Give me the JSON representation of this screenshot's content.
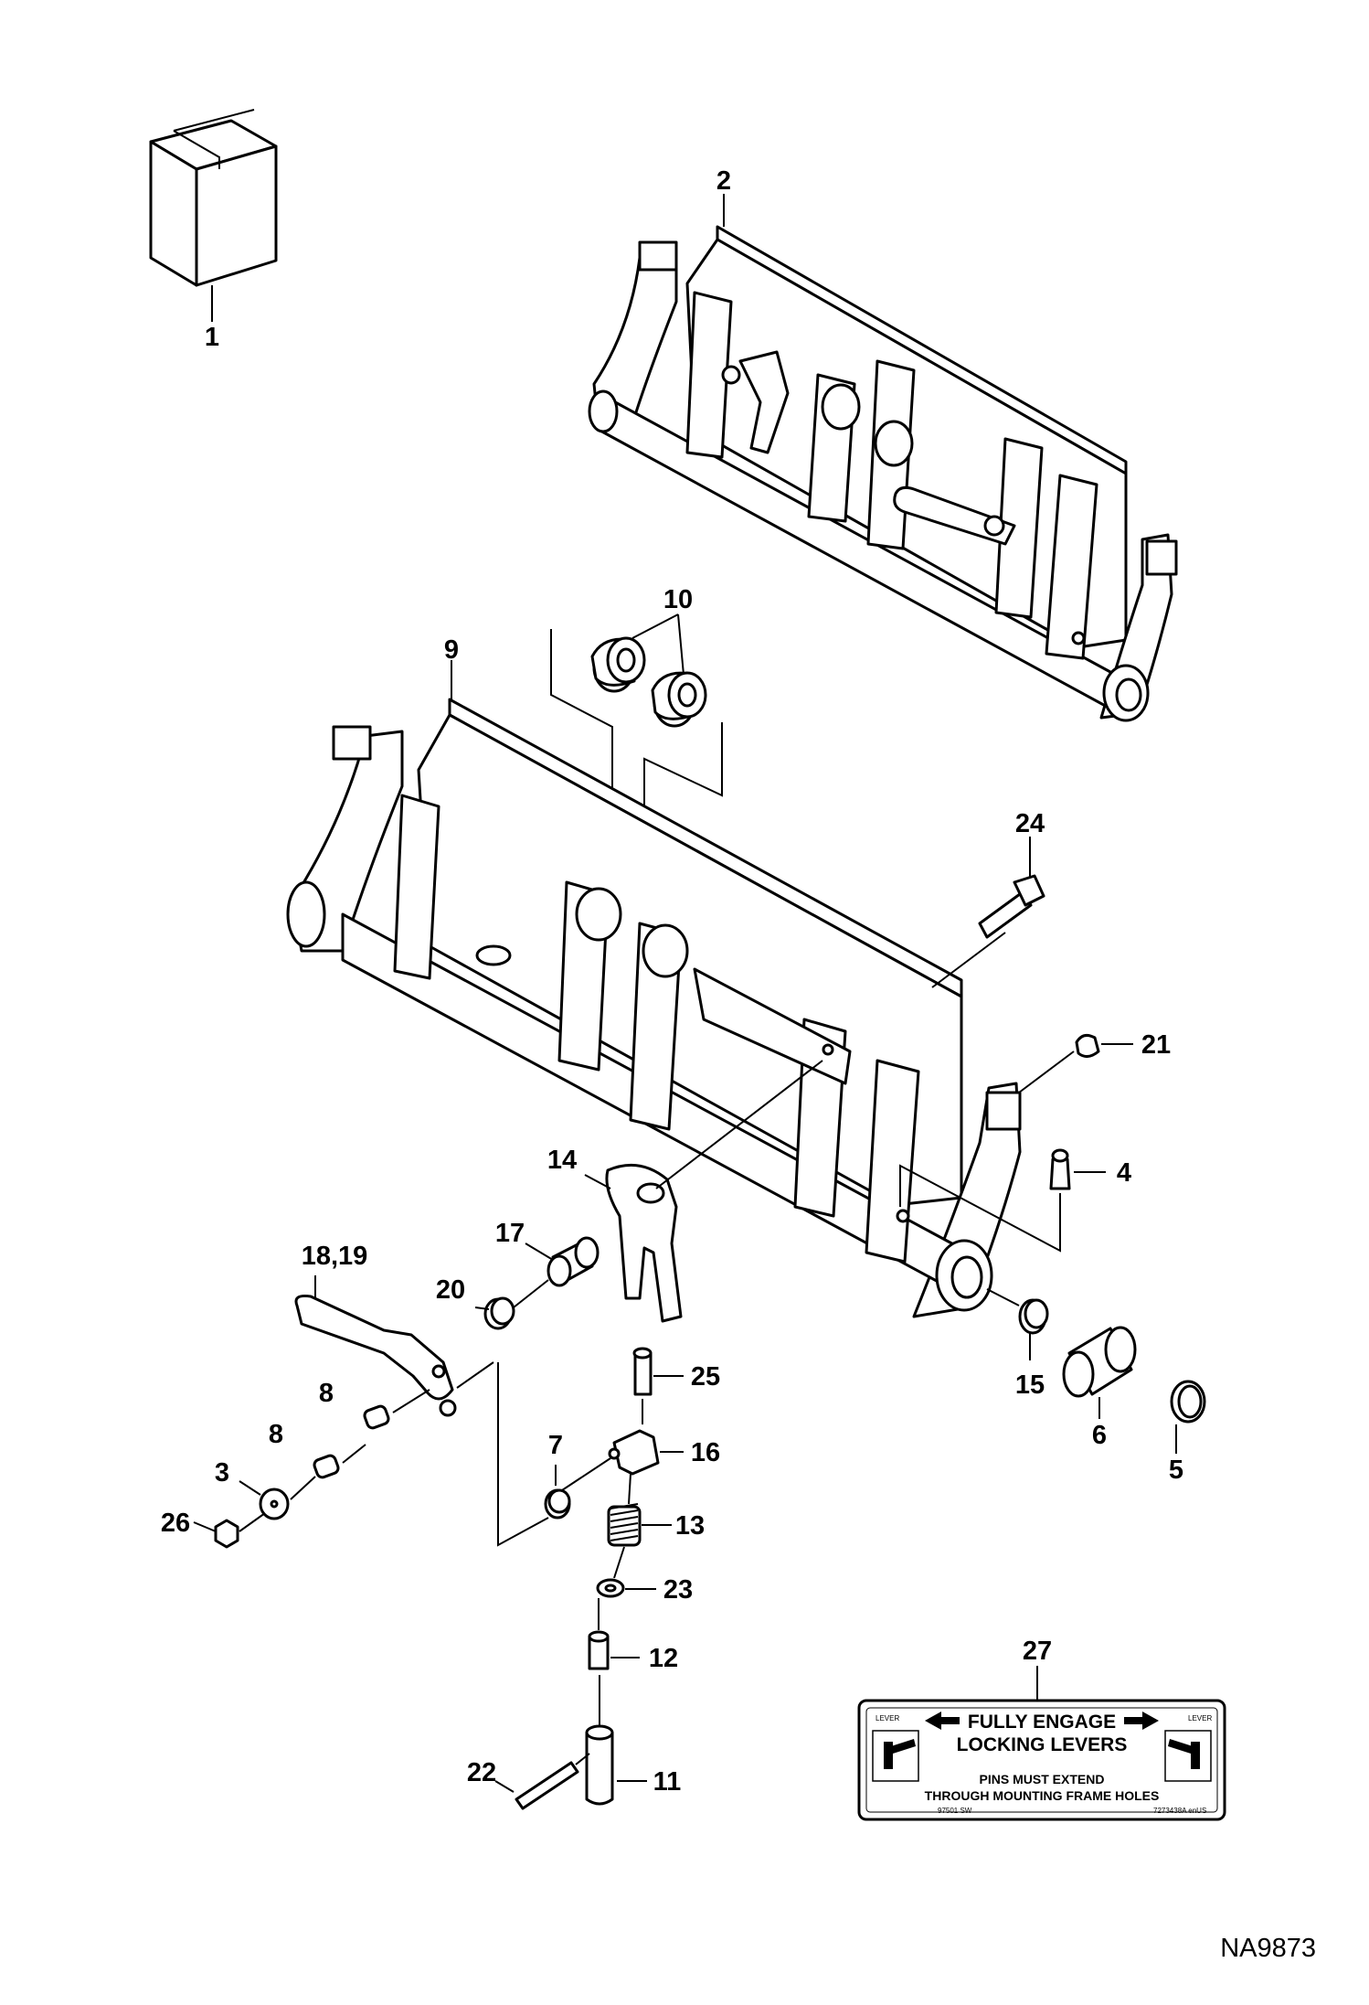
{
  "callouts": {
    "c1": "1",
    "c2": "2",
    "c3": "3",
    "c4": "4",
    "c5": "5",
    "c6": "6",
    "c7": "7",
    "c8a": "8",
    "c8b": "8",
    "c9": "9",
    "c10": "10",
    "c11": "11",
    "c12": "12",
    "c13": "13",
    "c14": "14",
    "c15": "15",
    "c16": "16",
    "c17": "17",
    "c18_19": "18,19",
    "c20": "20",
    "c21": "21",
    "c22": "22",
    "c23": "23",
    "c24": "24",
    "c25": "25",
    "c26": "26",
    "c27": "27"
  },
  "decal": {
    "line1": "FULLY ENGAGE",
    "line2": "LOCKING LEVERS",
    "line3": "PINS MUST EXTEND",
    "line4": "THROUGH MOUNTING FRAME HOLES",
    "left_tag": "LEVER",
    "right_tag": "LEVER",
    "footer_left": "97501 SW",
    "footer_right": "7273438A enUS"
  },
  "figure_code": "NA9873"
}
